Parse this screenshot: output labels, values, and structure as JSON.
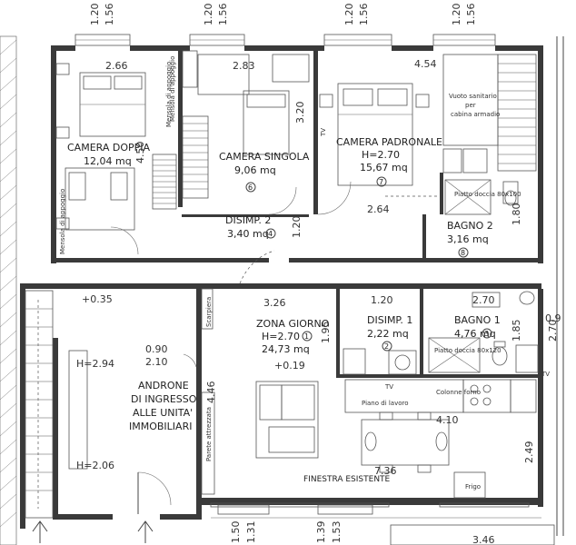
{
  "rooms": {
    "camera_doppia": {
      "name": "CAMERA DOPPIA",
      "area": "12,04 mq",
      "dim_top": "2.66",
      "dim_side": "4.50"
    },
    "camera_singola": {
      "name": "CAMERA SINGOLA",
      "area": "9,06 mq",
      "dim_top": "2.83",
      "dim_side": "3.20",
      "num": "6"
    },
    "camera_padronale": {
      "name": "CAMERA PADRONALE",
      "height": "H=2.70",
      "area": "15,67 mq",
      "dim_top": "4.54",
      "num": "7"
    },
    "bagno2": {
      "name": "BAGNO 2",
      "area": "3,16 mq",
      "num": "8",
      "dim_w": "2.64",
      "dim_h": "1.80",
      "shower": "Piatto doccia 80x100"
    },
    "disimp2": {
      "name": "DISIMP. 2",
      "area": "3,40 mq",
      "num": "4",
      "dim_h": "1.20"
    },
    "zona_giorno": {
      "name": "ZONA GIORNO",
      "height": "H=2.70",
      "num": "1",
      "area": "24,73 mq",
      "dim_top": "3.26",
      "dim_side": "1.95",
      "dim_left": "4.46",
      "dim_w": "4.10",
      "dim_bottom": "7.36",
      "level": "+0.19"
    },
    "disimp1": {
      "name": "DISIMP. 1",
      "area": "2,22 mq",
      "num": "2",
      "dim_top": "1.20"
    },
    "bagno1": {
      "name": "BAGNO 1",
      "area": "4,76 mq",
      "num": "3",
      "dim_top": "2.70",
      "dim_side": "1.85",
      "shower": "Piatto doccia 80x120"
    },
    "androne": {
      "line1": "ANDRONE",
      "line2": "DI INGRESSO",
      "line3": "ALLE UNITA'",
      "line4": "IMMOBILIARI",
      "h1": "H=2.94",
      "h2": "H=2.06",
      "door_w": "0.90",
      "door_h": "2.10",
      "level": "+0.35"
    }
  },
  "windows": {
    "w1": [
      "1.20",
      "1.56"
    ],
    "w2": [
      "1.20",
      "1.56"
    ],
    "w3": [
      "1.20",
      "1.56"
    ],
    "w4": [
      "1.20",
      "1.56"
    ],
    "b1": [
      "1.50",
      "1.31"
    ],
    "b2": [
      "1.39",
      "1.53"
    ],
    "b3": [
      "3.46"
    ]
  },
  "annotations": {
    "vuoto_sanitario": [
      "Vuoto sanitario",
      "per",
      "cabina armadio"
    ],
    "mensola1": "Mensola di appoggio",
    "mensola2": "Mensola di appoggio",
    "mensola3": "Mensola di appoggio",
    "finestra": "FINESTRA ESISTENTE",
    "piano_lavoro": "Piano di lavoro",
    "colonne_forno": "Colonne forno",
    "frigo": "Frigo",
    "parete_attrezzata": "Parete attrezzata",
    "scarpiera": "Scarpiera",
    "dim_249": "2.49",
    "dim_270r": "2.70",
    "dim_095": "0.9",
    "tv1": "TV",
    "tv2": "TV",
    "tv3": "TV"
  },
  "colors": {
    "wall": "#3a3a3a",
    "line": "#444444",
    "background": "#ffffff"
  }
}
